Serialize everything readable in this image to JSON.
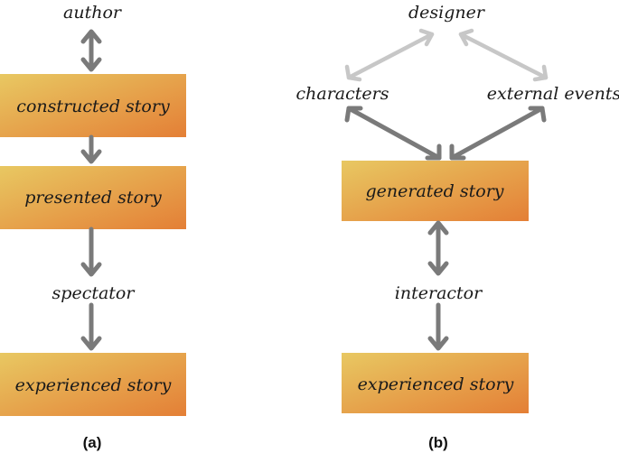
{
  "panel_a": {
    "author": "author",
    "constructed_story": "constructed story",
    "presented_story": "presented story",
    "spectator": "spectator",
    "experienced_story": "experienced story",
    "caption": "(a)"
  },
  "panel_b": {
    "designer": "designer",
    "characters": "characters",
    "external_events": "external events",
    "generated_story": "generated story",
    "interactor": "interactor",
    "experienced_story": "experienced story",
    "caption": "(b)"
  },
  "colors": {
    "box_gradient_start": "#e8c35c",
    "box_gradient_end": "#e6843a",
    "arrow_dark": "#7a7a7a",
    "arrow_light": "#c7c7c7"
  }
}
